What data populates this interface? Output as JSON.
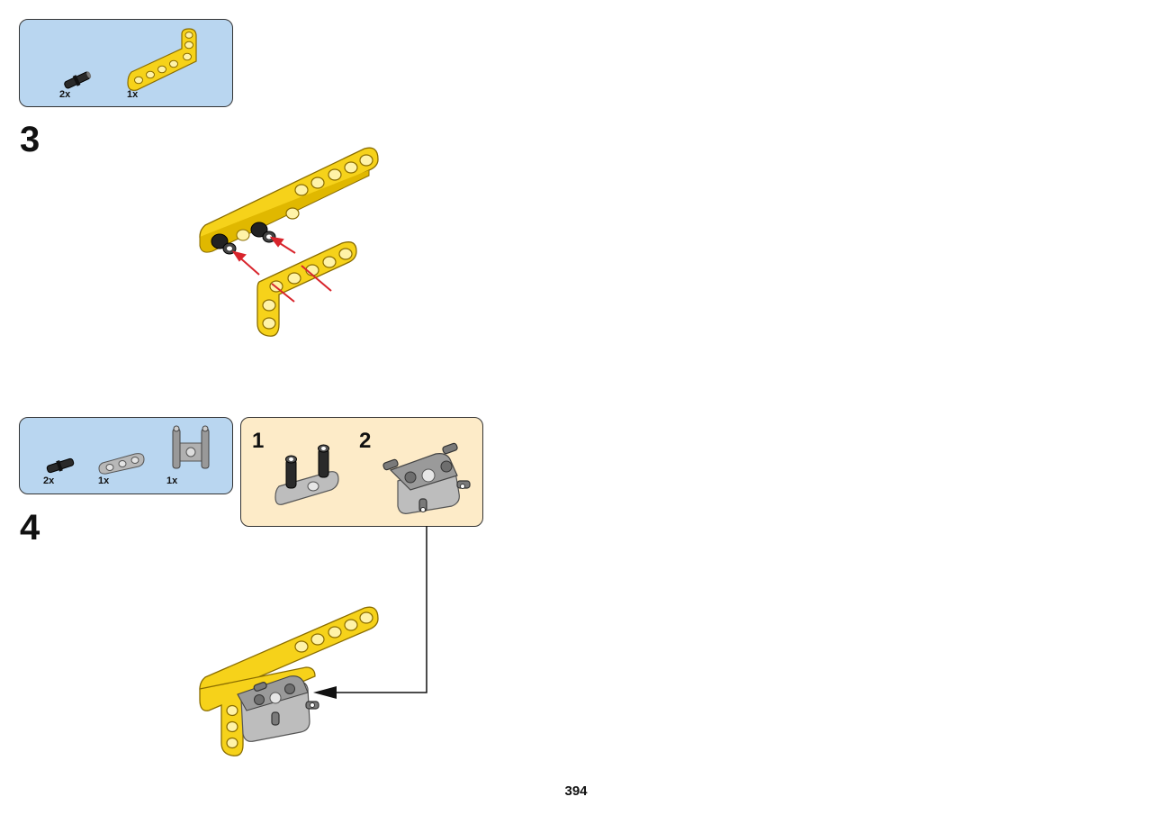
{
  "step3": {
    "number": "3",
    "parts": [
      {
        "qty": "2x",
        "icon": "black-friction-pin"
      },
      {
        "qty": "1x",
        "icon": "yellow-l-beam-3x5"
      }
    ]
  },
  "step4": {
    "number": "4",
    "parts": [
      {
        "qty": "2x",
        "icon": "black-friction-pin"
      },
      {
        "qty": "1x",
        "icon": "gray-beam-3"
      },
      {
        "qty": "1x",
        "icon": "gray-connector-block"
      }
    ],
    "substeps": [
      {
        "number": "1"
      },
      {
        "number": "2"
      }
    ]
  },
  "page_number": "394",
  "colors": {
    "parts_box": "#b9d6f0",
    "subassembly_box": "#fdebc8",
    "beam_yellow": "#f6d21a",
    "part_gray": "#a8a8a8",
    "arrow_red": "#d8242c"
  }
}
